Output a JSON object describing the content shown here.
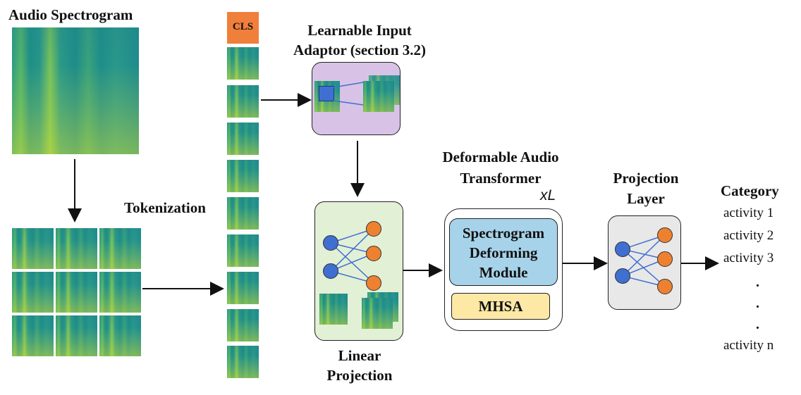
{
  "labels": {
    "audio_spectrogram": "Audio Spectrogram",
    "cls": "CLS",
    "tokenization": "Tokenization",
    "adaptor_line1": "Learnable Input",
    "adaptor_line2": "Adaptor  (section 3.2)",
    "linear_line1": "Linear",
    "linear_line2": "Projection",
    "dat_line1": "Deformable Audio",
    "dat_line2": "Transformer",
    "xl": "xL",
    "sdm_line1": "Spectrogram",
    "sdm_line2": "Deforming",
    "sdm_line3": "Module",
    "mhsa": "MHSA",
    "proj_line1": "Projection",
    "proj_line2": "Layer",
    "category": "Category"
  },
  "activities": [
    "activity 1",
    "activity 2",
    "activity 3",
    "activity n"
  ],
  "colors": {
    "cls": "#f07f3c",
    "adaptor_bg": "#d8c3e6",
    "linear_bg": "#e2f0d6",
    "sdm_bg": "#a7d3ea",
    "mhsa_bg": "#fde8a6",
    "projection_bg": "#e8e8e8",
    "node_blue": "#3f6fd1",
    "node_orange": "#ee8130"
  }
}
